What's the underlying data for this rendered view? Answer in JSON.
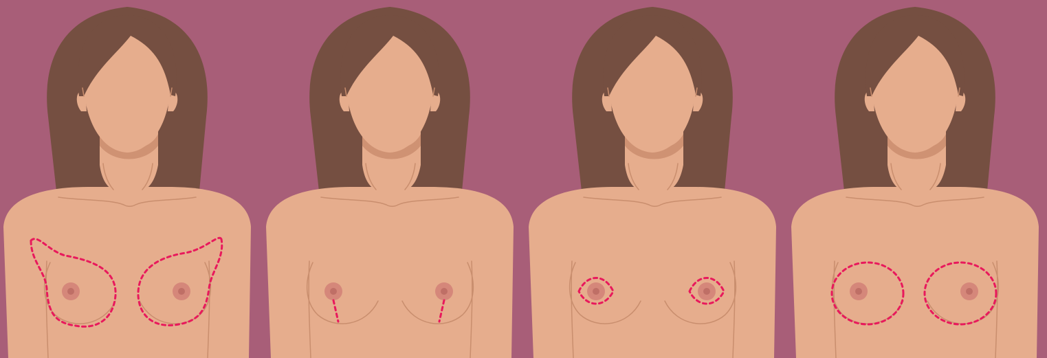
{
  "colors": {
    "background": "#a85e78",
    "hair": "#754f41",
    "skin": "#e6ad8d",
    "skin_shadow": "#cf9273",
    "body_line": "#c98e6e",
    "areola": "#d5877a",
    "nipple": "#bf6f66",
    "incision_marking": "#e8195c"
  },
  "figures": [
    {
      "id": "figure-1",
      "marking": "breast-and-axilla-outline"
    },
    {
      "id": "figure-2",
      "marking": "vertical-lower-line"
    },
    {
      "id": "figure-3",
      "marking": "periareolar-ellipse"
    },
    {
      "id": "figure-4",
      "marking": "circular-breast-outline"
    }
  ]
}
